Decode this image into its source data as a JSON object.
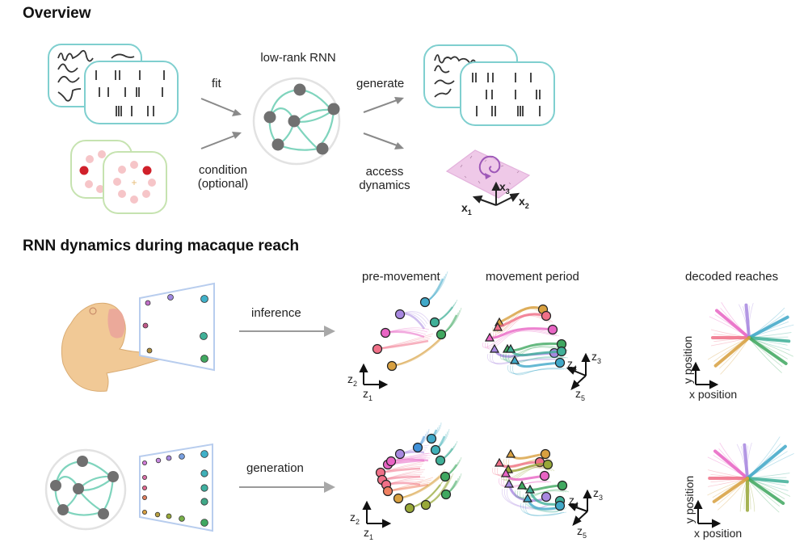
{
  "overview": {
    "title": "Overview",
    "rnn_label": "low-rank RNN",
    "fit_label": "fit",
    "condition_label_line1": "condition",
    "condition_label_line2": "(optional)",
    "generate_label": "generate",
    "access_label_line1": "access",
    "access_label_line2": "dynamics",
    "axes": {
      "x1": "x",
      "x1_sub": "1",
      "x2": "x",
      "x2_sub": "2",
      "x3": "x",
      "x3_sub": "3"
    }
  },
  "reach": {
    "title": "RNN dynamics during macaque reach",
    "inference_label": "inference",
    "generation_label": "generation",
    "panel_titles": {
      "pre_movement": "pre-movement",
      "movement_period": "movement period",
      "decoded_reaches": "decoded reaches"
    },
    "latent_axes": {
      "z1": "z",
      "z1_sub": "1",
      "z2": "z",
      "z2_sub": "2",
      "z3": "z",
      "z3_sub": "3",
      "z4": "z",
      "z4_sub": "4",
      "z5": "z",
      "z5_sub": "5"
    },
    "decoded_axes": {
      "x": "x position",
      "y": "y position"
    }
  },
  "colors": {
    "teal_frame": "#7fcfcf",
    "green_frame": "#c6e3b0",
    "node_gray": "#707070",
    "edge_teal": "#7fd4bd",
    "arrow_gray": "#8a8a8a",
    "target_red": "#d0202a",
    "target_pink": "#f6c5c8",
    "plane_pink": "#efc9e8",
    "spiral_purple": "#9e58b8",
    "screen_blue": "#b8cdee",
    "monkey_fill": "#f1c996",
    "reach_palette": [
      "#d8a040",
      "#f07088",
      "#e864c4",
      "#a888e0",
      "#40a8c8",
      "#40b098",
      "#40a860",
      "#98a838"
    ]
  }
}
